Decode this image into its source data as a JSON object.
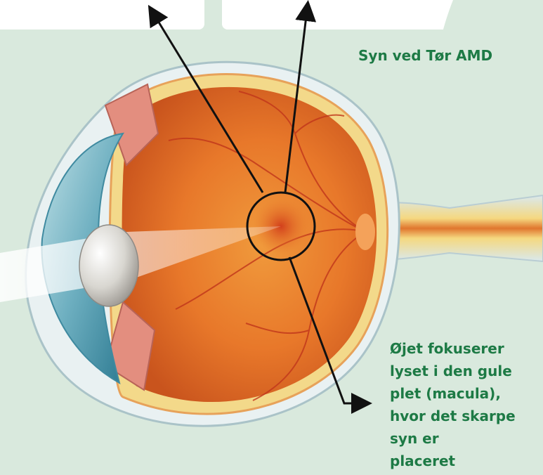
{
  "diagram": {
    "title": "Syn ved Tør AMD",
    "caption_lines": [
      "Øjet fokuserer",
      "lyset i den gule",
      "plet (macula),",
      "hvor det skarpe",
      "syn er",
      "placeret"
    ]
  },
  "colors": {
    "background": "#d9e9dd",
    "label_green": "#1d7a45",
    "retina_orange": "#e5762a",
    "sclera_yellow": "#f3d98a",
    "cornea_blue": "#7fb7c6",
    "lens_gray": "#d8d6d0",
    "arrow_black": "#111111"
  }
}
